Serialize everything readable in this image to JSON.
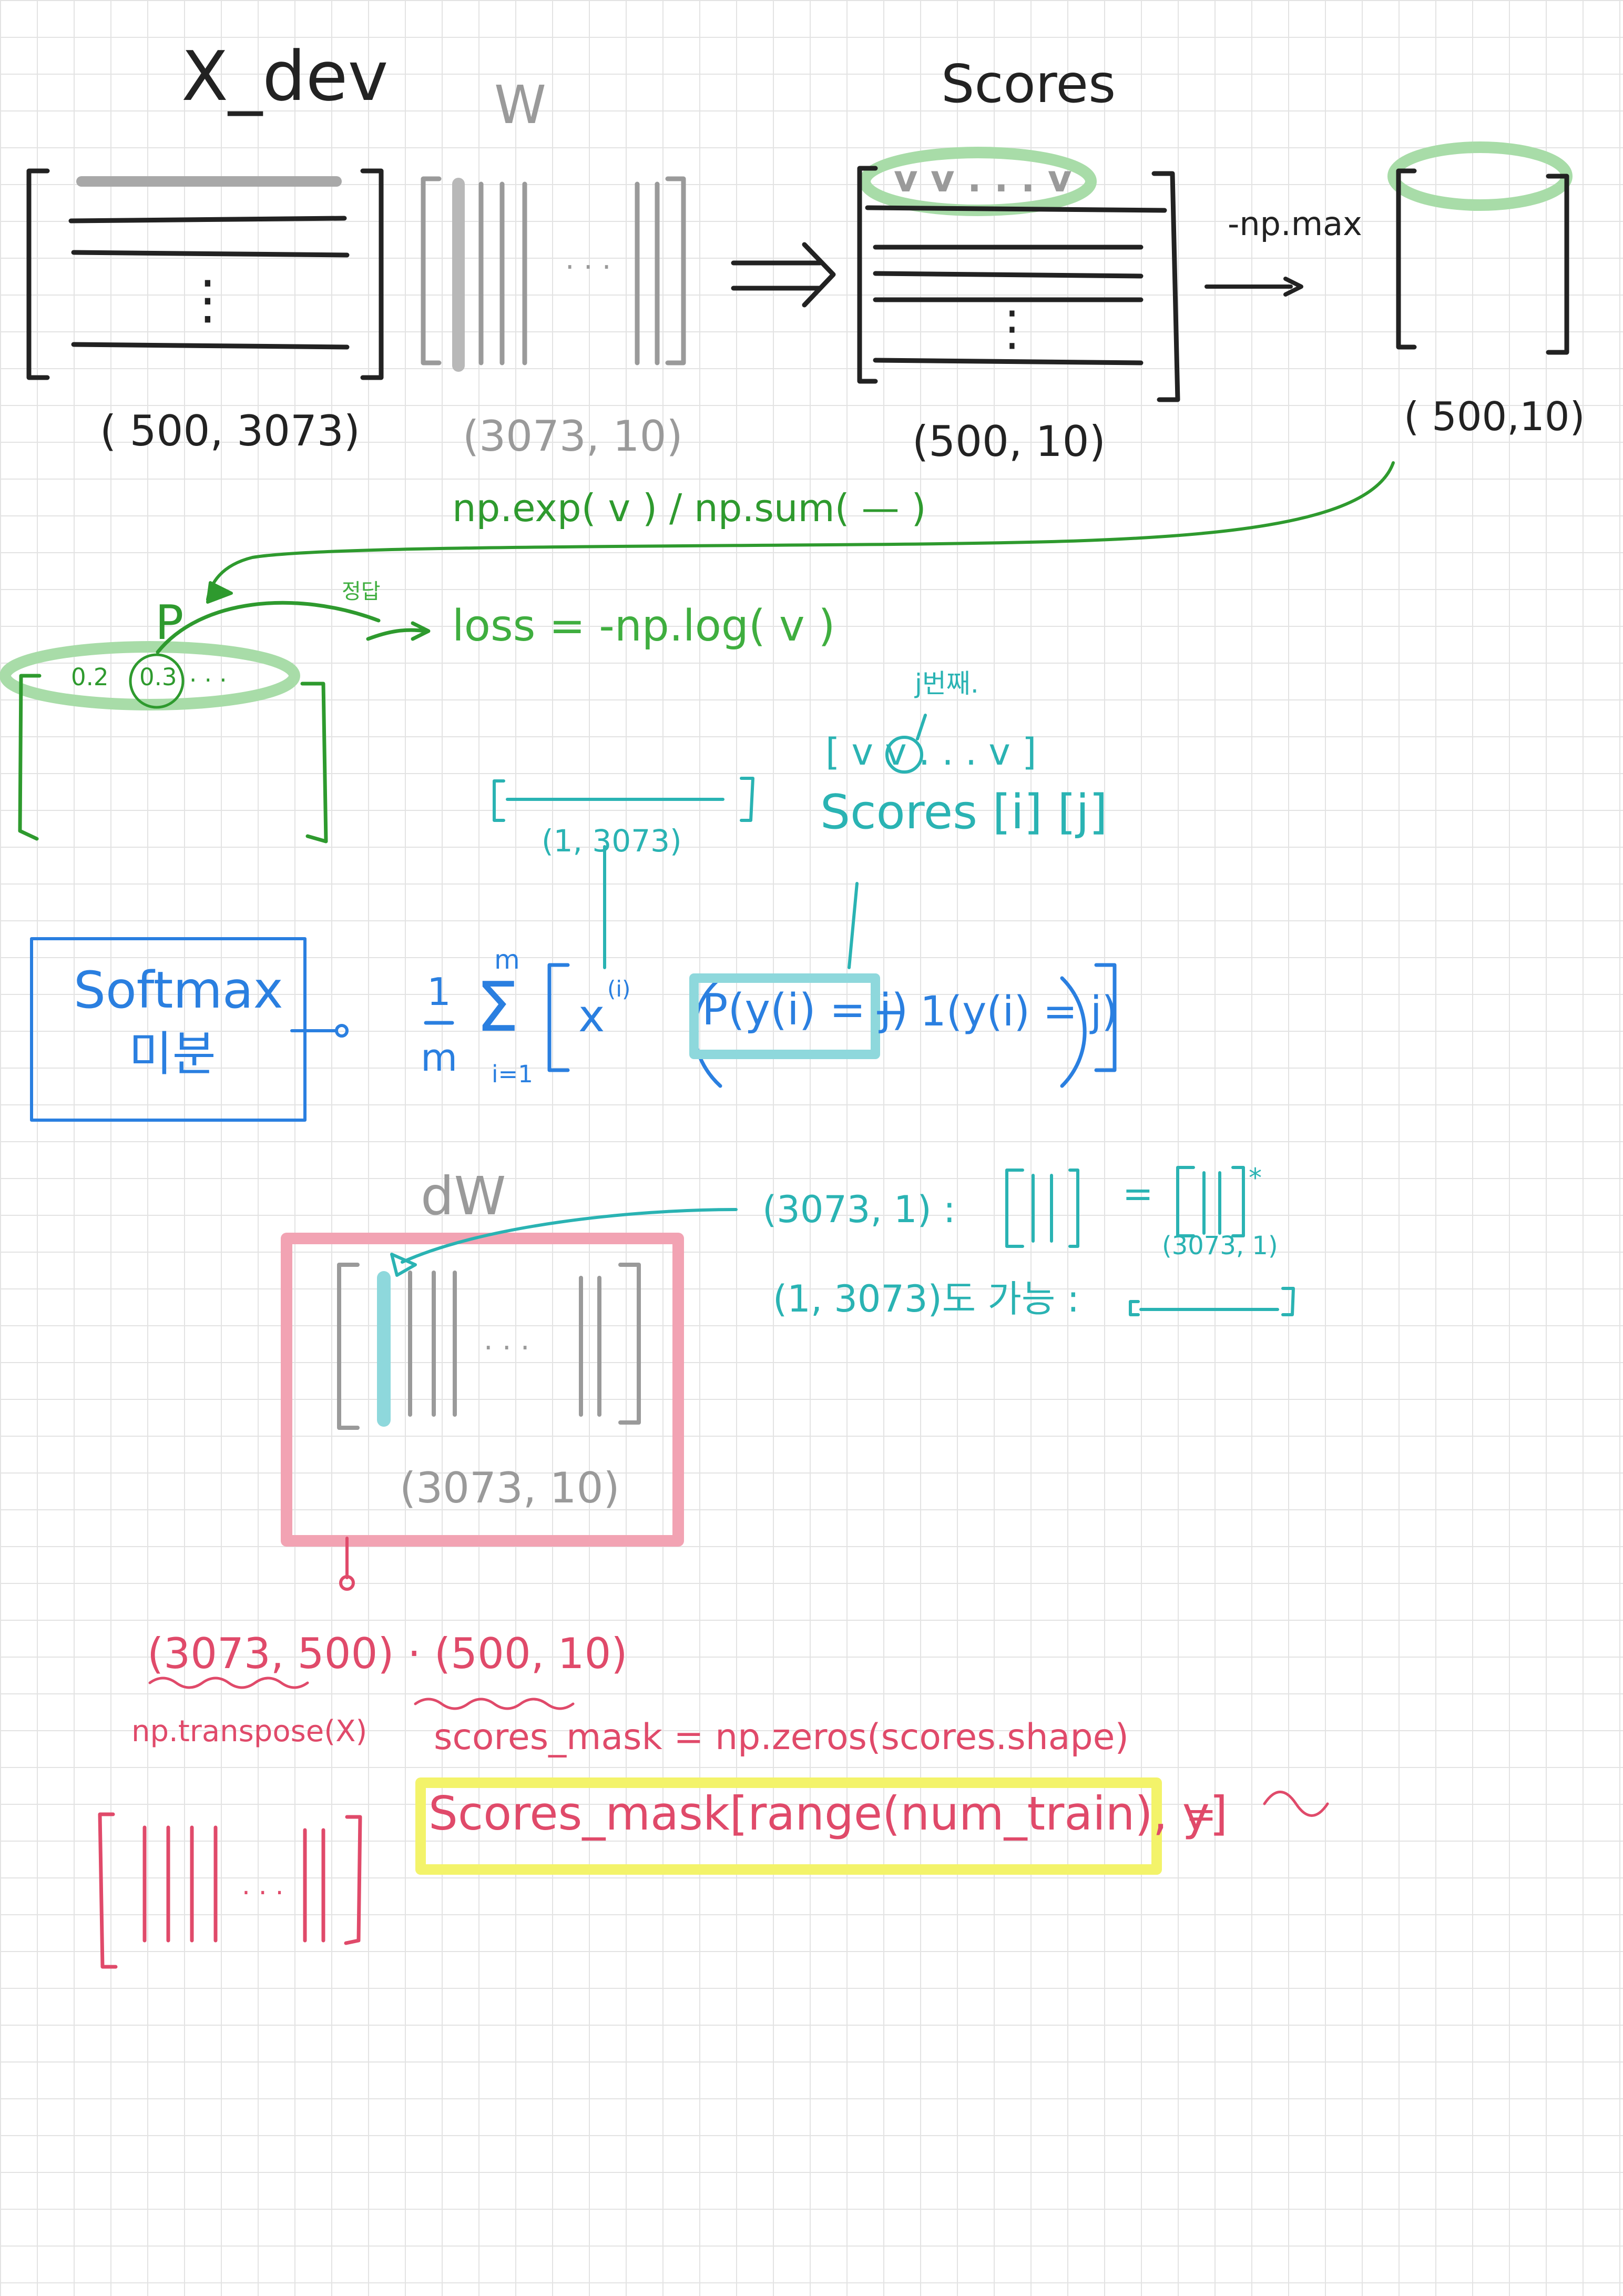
{
  "diagram": {
    "top_row": {
      "xdev_title": "X_dev",
      "w_title": "W",
      "scores_title": "Scores",
      "xdev_shape": "( 500, 3073)",
      "w_shape": "(3073, 10)",
      "scores_shape": "(500, 10)",
      "max_shape": "( 500,10)",
      "max_arrow_label": "-np.max",
      "scores_top_row_marks": "v v . . . v",
      "xdev_ellipsis": "⋮",
      "w_ellipsis": ". . .",
      "scores_ellipsis": "⋮"
    },
    "prob_block": {
      "exp_label": "np.exp( v ) / np.sum( — )",
      "p_label": "P",
      "p_val_1": "0.2",
      "p_val_2": "0.3",
      "p_ellipsis": ". . .",
      "answer_note": "정답",
      "loss_formula": "loss = -np.log( v )"
    },
    "gradient_block": {
      "row_vector": "[ ———————— ]",
      "row_vector_shape": "(1, 3073)",
      "j_note": "j번째.",
      "scores_row": "[ v v . . . v ]",
      "scores_ij": "Scores [i] [j]",
      "softmax_box_line1": "Softmax",
      "softmax_box_line2": "미분",
      "frac_num": "1",
      "frac_den": "m",
      "sum_upper": "m",
      "sum_lower": "i=1",
      "x_term": "x",
      "x_superscript": "(i)",
      "p_term": "P(y(i) = j)",
      "indicator_term": "− 1(y(i) = j)"
    },
    "dw_block": {
      "dw_title": "dW",
      "dw_ellipsis": ". . .",
      "dw_shape": "(3073, 10)",
      "col_note": "(3073, 1) : [ | | ]",
      "col_eq": "=",
      "col_eq_vec": "[ | | ] *",
      "col_eq_shape": "(3073, 1)",
      "row_note": "(1, 3073)도 가능 : [ ———— ]"
    },
    "bottom_block": {
      "matmul": "(3073, 500) · (500, 10)",
      "transpose": "np.transpose(X)",
      "mask_init": "scores_mask = np.zeros(scores.shape)",
      "mask_assign": "Scores_mask[range(num_train), y]",
      "mask_eq": "=",
      "mask_wave": "~~",
      "result_ellipsis": ". . ."
    }
  },
  "colors": {
    "black": "#222222",
    "gray": "#9a9a9a",
    "green": "#2e9a2e",
    "light_green": "#a8dca8",
    "teal": "#2ab3b3",
    "blue": "#2a7fe0",
    "pink_box": "#f2a3b3",
    "red": "#e04a6a",
    "yellow_box": "#f3f36a"
  }
}
